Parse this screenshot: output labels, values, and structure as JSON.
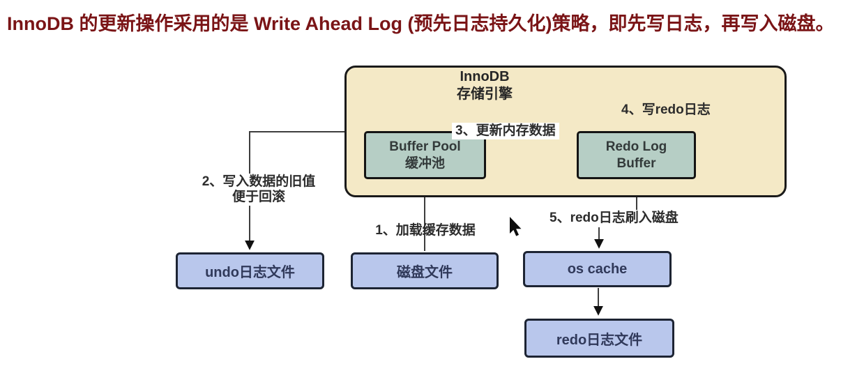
{
  "title": {
    "text": "InnoDB 的更新操作采用的是 Write Ahead Log (预先日志持久化)策略，即先写日志，再写入磁盘。"
  },
  "innodb": {
    "line1": "InnoDB",
    "line2": "存储引擎"
  },
  "nodes": {
    "buffer_pool": {
      "line1": "Buffer Pool",
      "line2": "缓冲池"
    },
    "redo_log_buffer": {
      "line1": "Redo Log",
      "line2": "Buffer"
    },
    "undo_log_file": {
      "label": "undo日志文件"
    },
    "disk_file": {
      "label": "磁盘文件"
    },
    "os_cache": {
      "label": "os cache"
    },
    "redo_log_file": {
      "label": "redo日志文件"
    }
  },
  "steps": {
    "step1": "1、加载缓存数据",
    "step2_line1": "2、写入数据的旧值",
    "step2_line2": "便于回滚",
    "step3": "3、更新内存数据",
    "step4": "4、写redo日志",
    "step5": "5、redo日志刷入磁盘"
  },
  "icons": {
    "cursor": "mouse-pointer-icon"
  },
  "colors": {
    "background": "#ffffff",
    "title_text": "#7a1416",
    "container_fill": "#f4e9c6",
    "container_border": "#1a1a1a",
    "memory_node_fill": "#b6cec5",
    "file_node_fill": "#b9c7ec",
    "node_border": "#141414",
    "connector_line": "#3d3d3d",
    "arrowhead": "#111111"
  }
}
